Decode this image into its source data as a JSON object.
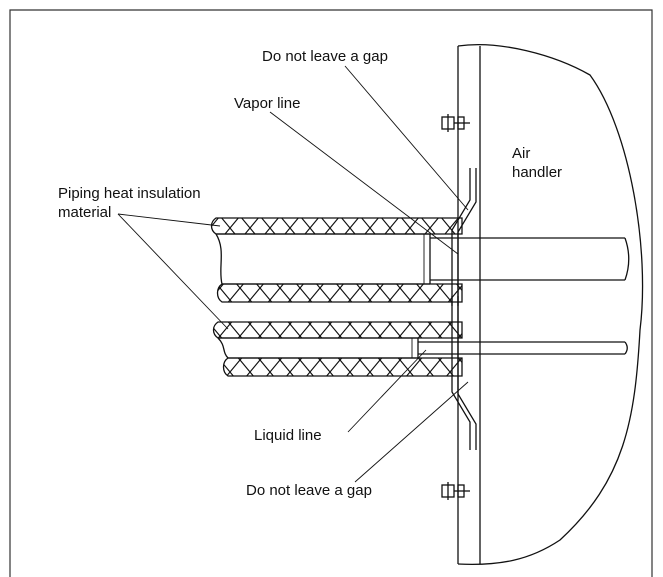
{
  "labels": {
    "gap_top": "Do not leave a gap",
    "vapor_line": "Vapor line",
    "air_handler_line1": "Air",
    "air_handler_line2": "handler",
    "insulation_line1": "Piping heat insulation",
    "insulation_line2": "material",
    "liquid_line": "Liquid line",
    "gap_bottom": "Do not leave a gap"
  },
  "colors": {
    "stroke": "#111111",
    "background": "#ffffff"
  }
}
